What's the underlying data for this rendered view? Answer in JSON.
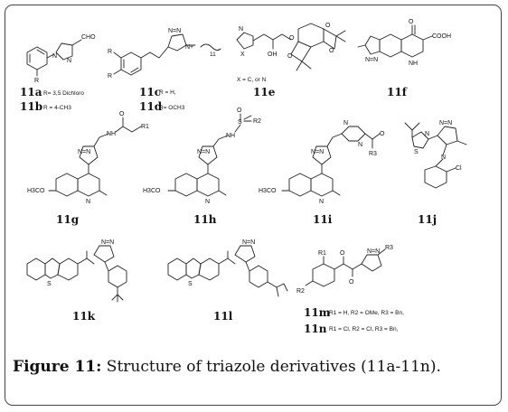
{
  "compounds": {
    "c11a": {
      "label": "11a",
      "note": "R= 3,5 Dichloro"
    },
    "c11b": {
      "label": "11b",
      "note": "R = 4-CH3"
    },
    "c11c": {
      "label": "11c",
      "note": "R = H,"
    },
    "c11d": {
      "label": "11d",
      "note": "R= OCH3"
    },
    "c11e": {
      "label": "11e",
      "note": "X = C, or N"
    },
    "c11f": {
      "label": "11f"
    },
    "c11g": {
      "label": "11g"
    },
    "c11h": {
      "label": "11h"
    },
    "c11i": {
      "label": "11i"
    },
    "c11j": {
      "label": "11j"
    },
    "c11k": {
      "label": "11k"
    },
    "c11l": {
      "label": "11l"
    },
    "c11m": {
      "label": "11m",
      "note": "R1 = H, R2 = OMe, R3 = Bn,"
    },
    "c11n": {
      "label": "11n",
      "note": "R1 = Cl, R2 = Cl, R3 = Bn,"
    }
  },
  "atoms": {
    "cho": "CHO",
    "r": "R",
    "n": "N",
    "nn": "N=N",
    "n_plus": "N+",
    "sub11": "11",
    "x": "X",
    "oh": "OH",
    "o": "O",
    "cooh": "COOH",
    "nh": "NH",
    "r1": "R1",
    "r2": "R2",
    "r3": "R3",
    "h3co": "H3CO",
    "s": "S",
    "cl": "Cl",
    "so2": "S"
  },
  "caption": {
    "prefix": "Figure 11:",
    "text": " Structure of triazole derivatives (11a-11n)."
  }
}
